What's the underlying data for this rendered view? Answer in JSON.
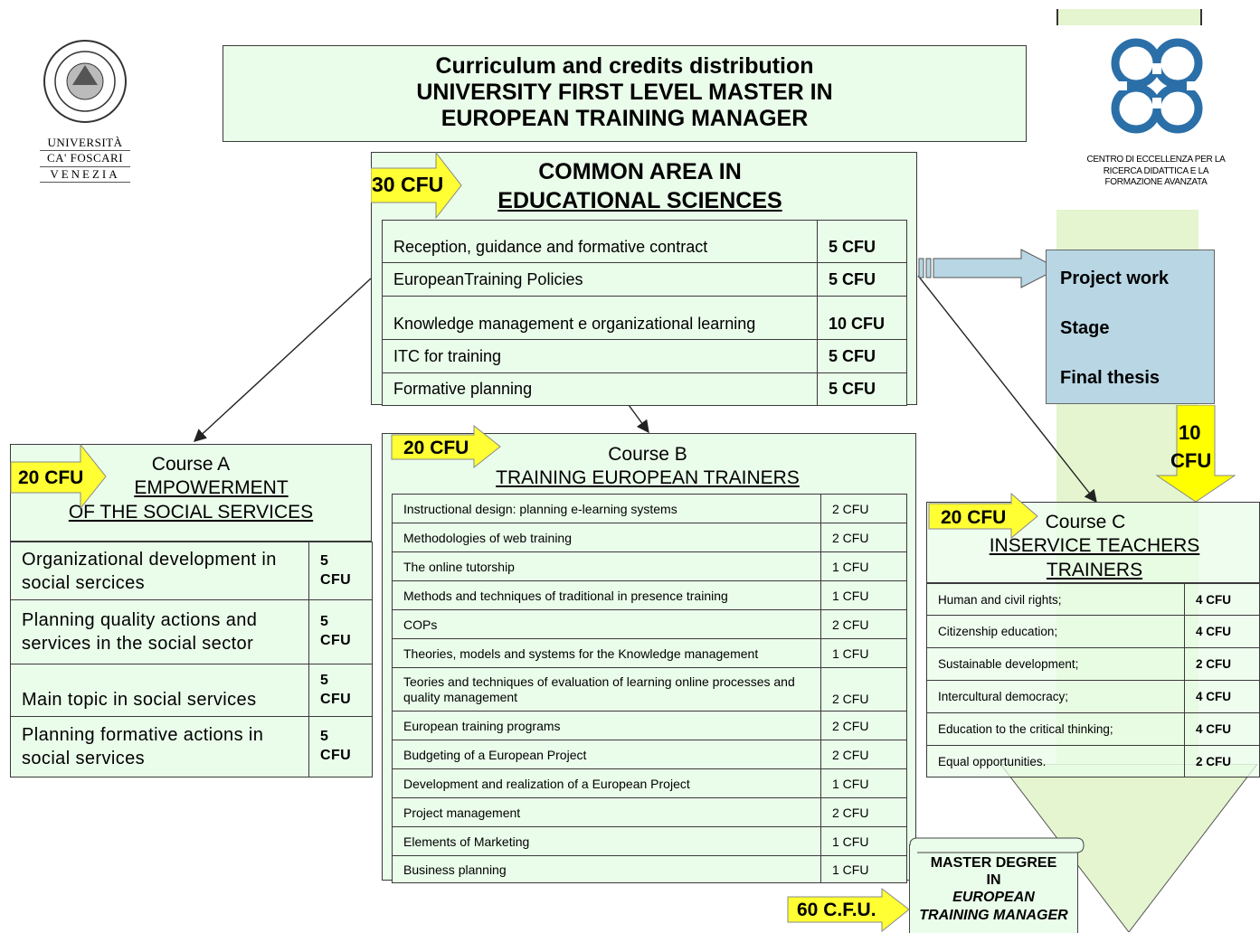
{
  "university": {
    "line1": "UNIVERSITÀ",
    "line2": "CA' FOSCARI",
    "line3": "VENEZIA"
  },
  "center": {
    "line1": "CENTRO DI ECCELLENZA PER LA",
    "line2": "RICERCA DIDATTICA E LA",
    "line3": "FORMAZIONE AVANZATA"
  },
  "title": {
    "line1": "Curriculum and credits distribution",
    "line2": "UNIVERSITY FIRST LEVEL MASTER IN",
    "line3": "EUROPEAN TRAINING MANAGER"
  },
  "common": {
    "badge": "30 CFU",
    "title1": "COMMON AREA IN",
    "title2": "EDUCATIONAL SCIENCES",
    "rows": [
      {
        "name": "Reception, guidance and formative contract",
        "cfu": "5 CFU"
      },
      {
        "name": "EuropeanTraining Policies",
        "cfu": "5 CFU"
      },
      {
        "name": "Knowledge management e organizational learning",
        "cfu": "10 CFU"
      },
      {
        "name": "ITC for training",
        "cfu": "5 CFU"
      },
      {
        "name": "Formative planning",
        "cfu": "5 CFU"
      }
    ]
  },
  "project": {
    "line1": "Project work",
    "line2": "Stage",
    "line3": "Final thesis",
    "badge1": "10",
    "badge2": "CFU"
  },
  "courseA": {
    "badge": "20 CFU",
    "title1": "Course A",
    "title2": "EMPOWERMENT",
    "title3": "OF THE SOCIAL SERVICES",
    "rows": [
      {
        "name": "Organizational development in social sercices",
        "cfu1": "5",
        "cfu2": "CFU"
      },
      {
        "name": "Planning quality actions and services in the social sector",
        "cfu1": "5",
        "cfu2": "CFU"
      },
      {
        "name": "Main topic in social services",
        "cfu1": "5",
        "cfu2": "CFU"
      },
      {
        "name": "Planning formative actions in social services",
        "cfu1": "5",
        "cfu2": "CFU"
      }
    ]
  },
  "courseB": {
    "badge": "20 CFU",
    "title1": "Course B",
    "title2": "TRAINING EUROPEAN TRAINERS",
    "rows": [
      {
        "name": "Instructional design: planning e-learning systems",
        "cfu": "2 CFU"
      },
      {
        "name": "Methodologies of web training",
        "cfu": "2 CFU"
      },
      {
        "name": "The online tutorship",
        "cfu": "1 CFU"
      },
      {
        "name": "Methods and techniques of traditional in presence training",
        "cfu": "1 CFU"
      },
      {
        "name": "COPs",
        "cfu": "2 CFU"
      },
      {
        "name": "Theories, models and systems for the Knowledge management",
        "cfu": "1 CFU"
      },
      {
        "name": "Teories and techniques of evaluation of learning online processes and quality management",
        "cfu": "2 CFU"
      },
      {
        "name": "European training programs",
        "cfu": "2 CFU"
      },
      {
        "name": "Budgeting of a European Project",
        "cfu": "2 CFU"
      },
      {
        "name": "Development and realization of a European Project",
        "cfu": "1 CFU"
      },
      {
        "name": "Project management",
        "cfu": "2 CFU"
      },
      {
        "name": "Elements of Marketing",
        "cfu": "1 CFU"
      },
      {
        "name": "Business planning",
        "cfu": "1 CFU"
      }
    ]
  },
  "courseC": {
    "badge": "20 CFU",
    "title1": "Course C",
    "title2": "INSERVICE TEACHERS",
    "title3": "TRAINERS",
    "rows": [
      {
        "name": "Human and civil rights;",
        "cfu": "4 CFU"
      },
      {
        "name": "Citizenship education;",
        "cfu": "4 CFU"
      },
      {
        "name": "Sustainable development;",
        "cfu": "2 CFU"
      },
      {
        "name": "Intercultural democracy;",
        "cfu": "4 CFU"
      },
      {
        "name": "Education to the critical thinking;",
        "cfu": "4 CFU"
      },
      {
        "name": "Equal opportunities.",
        "cfu": "2 CFU"
      }
    ]
  },
  "degree": {
    "badge": "60 C.F.U.",
    "line1": "MASTER DEGREE",
    "line2": "IN",
    "line3": "EUROPEAN",
    "line4": "TRAINING MANAGER"
  }
}
